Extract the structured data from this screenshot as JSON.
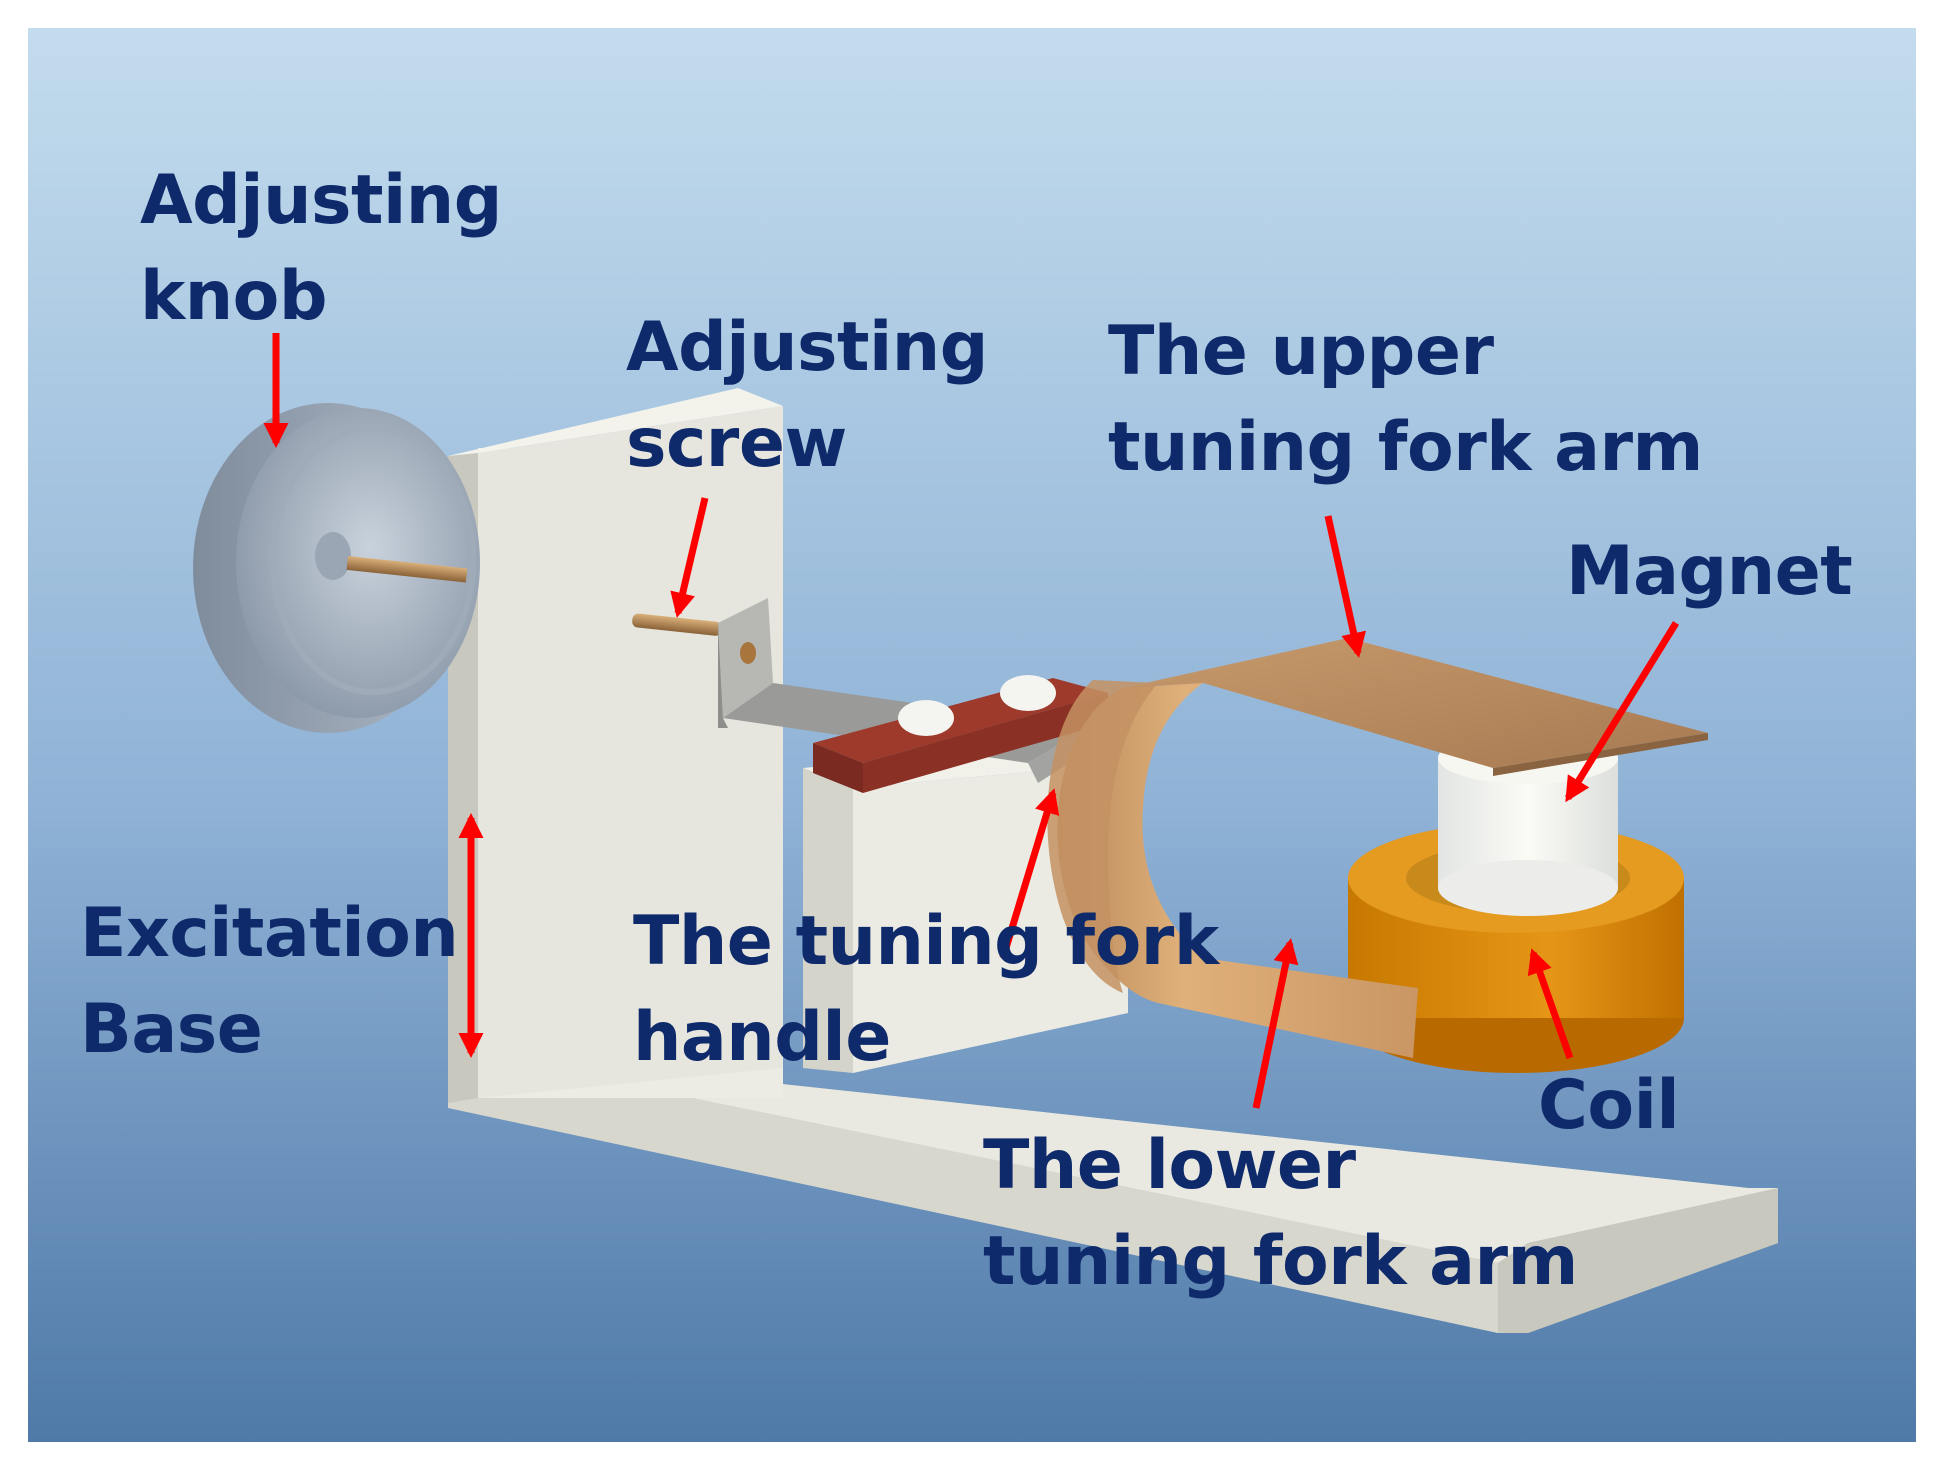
{
  "colors": {
    "label_text": "#0f2a6b",
    "arrow": "#ff0000",
    "background_top": "#c3dced",
    "background_bottom": "#4f79a8"
  },
  "labels": {
    "adjusting_knob": [
      "Adjusting",
      "knob"
    ],
    "adjusting_screw": [
      "Adjusting",
      "screw"
    ],
    "upper_arm": [
      "The upper",
      "tuning fork arm"
    ],
    "magnet": [
      "Magnet"
    ],
    "excitation_base": [
      "Excitation",
      "Base"
    ],
    "tuning_fork_handle": [
      "The tuning fork",
      "handle"
    ],
    "coil": [
      "Coil"
    ],
    "lower_arm": [
      "The lower",
      "tuning fork arm"
    ]
  }
}
